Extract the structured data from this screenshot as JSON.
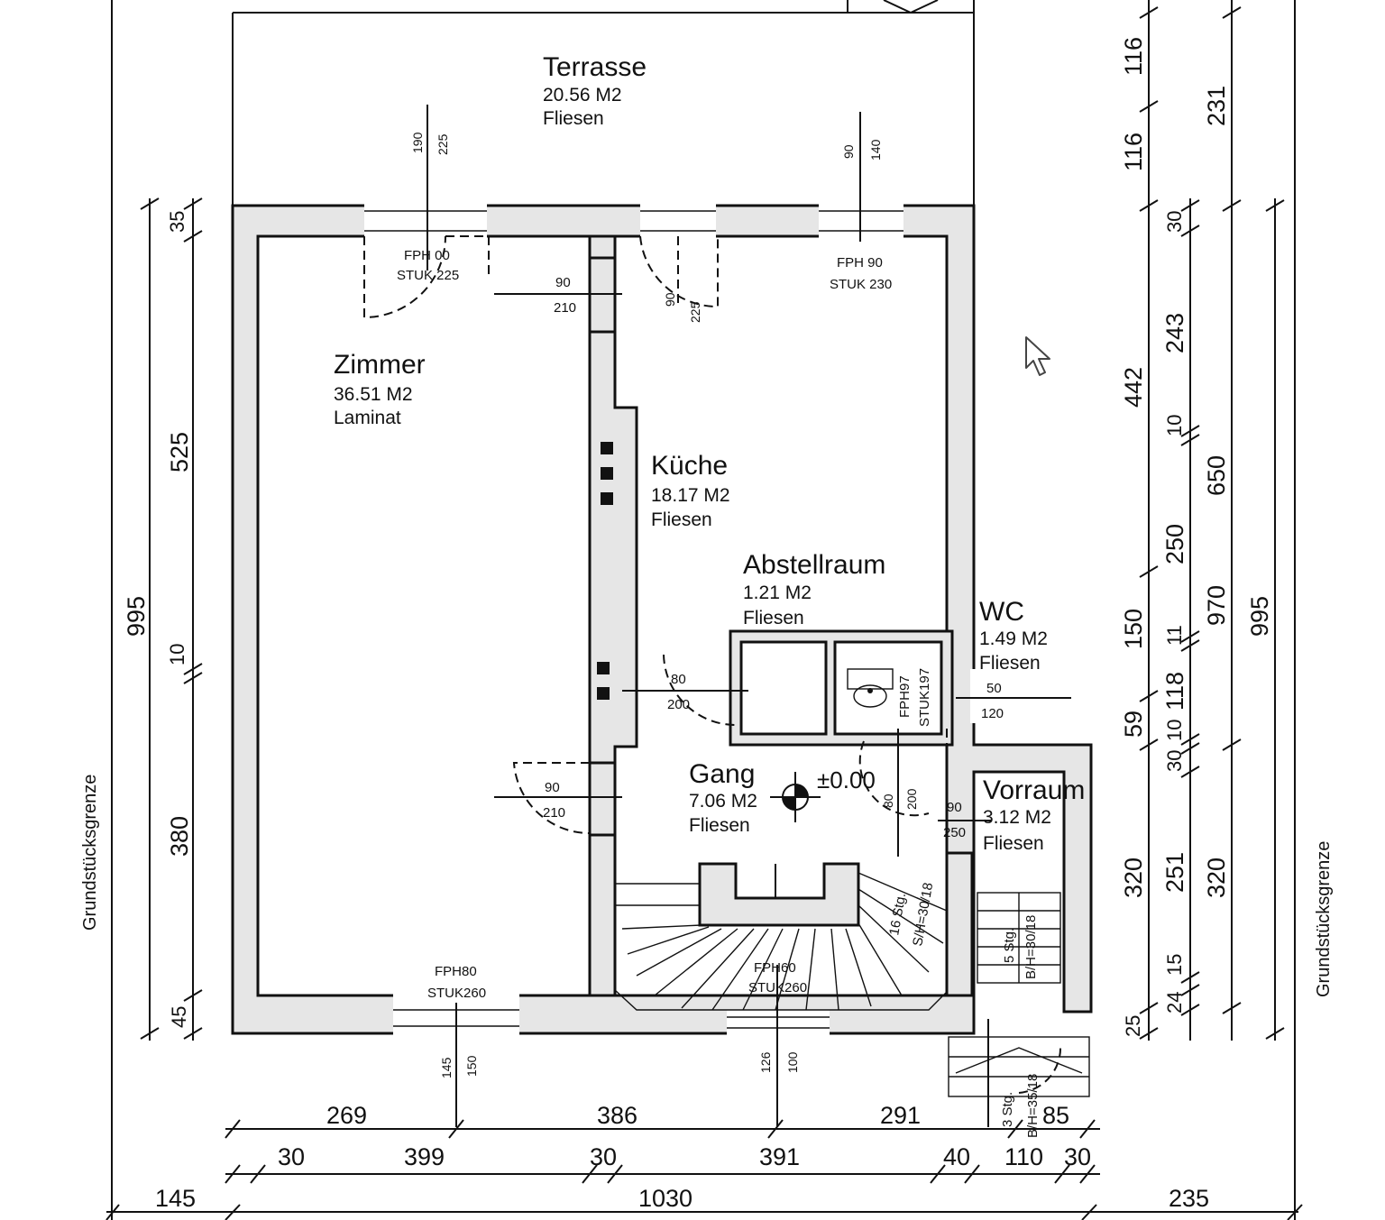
{
  "rooms": {
    "terrasse": {
      "name": "Terrasse",
      "area": "20.56 M2",
      "floor": "Fliesen"
    },
    "zimmer": {
      "name": "Zimmer",
      "area": "36.51 M2",
      "floor": "Laminat"
    },
    "kueche": {
      "name": "Küche",
      "area": "18.17 M2",
      "floor": "Fliesen"
    },
    "abstellraum": {
      "name": "Abstellraum",
      "area": "1.21 M2",
      "floor": "Fliesen"
    },
    "wc": {
      "name": "WC",
      "area": "1.49 M2",
      "floor": "Fliesen"
    },
    "gang": {
      "name": "Gang",
      "area": "7.06 M2",
      "floor": "Fliesen"
    },
    "vorraum": {
      "name": "Vorraum",
      "area": "3.12 M2",
      "floor": "Fliesen"
    }
  },
  "level_mark": "±0.00",
  "boundary": {
    "left": "Grundstücksgrenze",
    "right": "Grundstücksgrenze"
  },
  "windows": {
    "w1_fph": "FPH 00",
    "w1_stuk": "STUK 225",
    "w2_fph": "FPH 90",
    "w2_stuk": "STUK 230",
    "w3_fph": "FPH80",
    "w3_stuk": "STUK260",
    "w4_fph": "FPH60",
    "w4_stuk": "STUK260",
    "wc_fph": "FPH97",
    "wc_stuk": "STUK197"
  },
  "sill_marks": {
    "n1_a": "190",
    "n1_b": "225",
    "n2_a": "90",
    "n2_b": "140",
    "s1_a": "145",
    "s1_b": "150",
    "s2_a": "126",
    "s2_b": "100",
    "kd_a": "90",
    "kd_b": "225"
  },
  "doors": {
    "zk_w": "90",
    "zk_h": "210",
    "g_w": "90",
    "g_h": "210",
    "ab_w": "80",
    "ab_h": "200",
    "wc_w": "50",
    "wc_h": "120",
    "gw_w": "80",
    "gw_h": "200",
    "v_w": "90",
    "v_h": "250"
  },
  "stairs": {
    "main_steps": "16 Stg.",
    "main_ratio": "S/H=30/18",
    "side_steps": "5 Stg.",
    "side_ratio": "B/H=30/18",
    "ext_steps": "3 Stg.",
    "ext_ratio": "B/H=35/18"
  },
  "dims": {
    "bottom_row1": [
      "269",
      "386",
      "291",
      "85"
    ],
    "bottom_row2": [
      "30",
      "399",
      "30",
      "391",
      "40",
      "110",
      "30"
    ],
    "bottom_row3": [
      "145",
      "1030",
      "235"
    ],
    "left_outer": "995",
    "left_inner": [
      "35",
      "525",
      "10",
      "380",
      "45"
    ],
    "right_c1": [
      "116",
      "116",
      "442",
      "150",
      "59",
      "320",
      "25"
    ],
    "right_c2": [
      "30",
      "243",
      "10",
      "250",
      "11",
      "118",
      "10",
      "30",
      "251",
      "15",
      "24"
    ],
    "right_c3": [
      "231",
      "650",
      "970",
      "320"
    ],
    "right_c4": "995"
  }
}
